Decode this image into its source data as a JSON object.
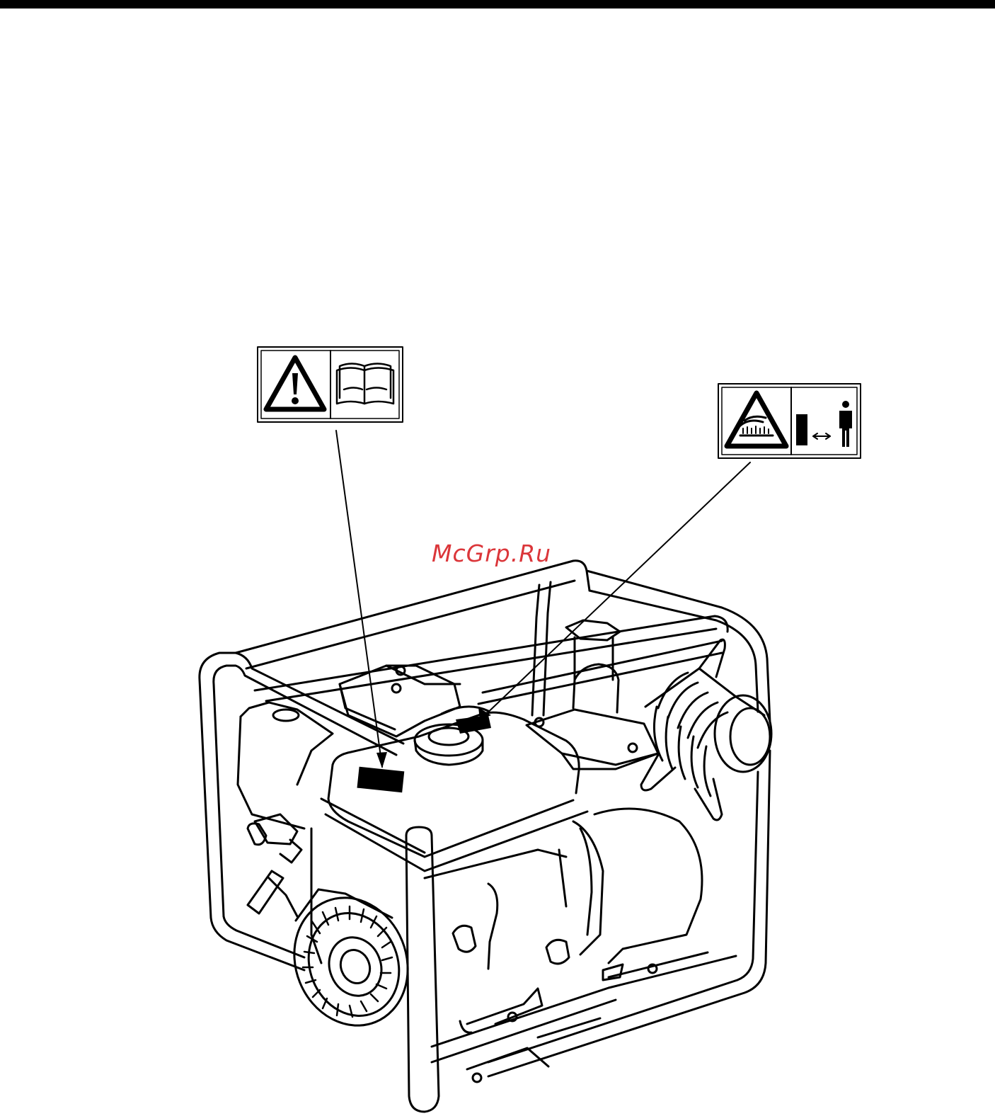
{
  "page": {
    "watermark": "McGrp.Ru"
  },
  "labels": [
    {
      "id": "label-1",
      "icons": [
        "warning-exclamation-icon",
        "read-manual-icon"
      ]
    },
    {
      "id": "label-2",
      "icons": [
        "hot-surface-warning-icon",
        "keep-distance-icon"
      ]
    }
  ],
  "colors": {
    "ink": "#000000",
    "paper": "#ffffff",
    "watermark": "#d9252a"
  }
}
